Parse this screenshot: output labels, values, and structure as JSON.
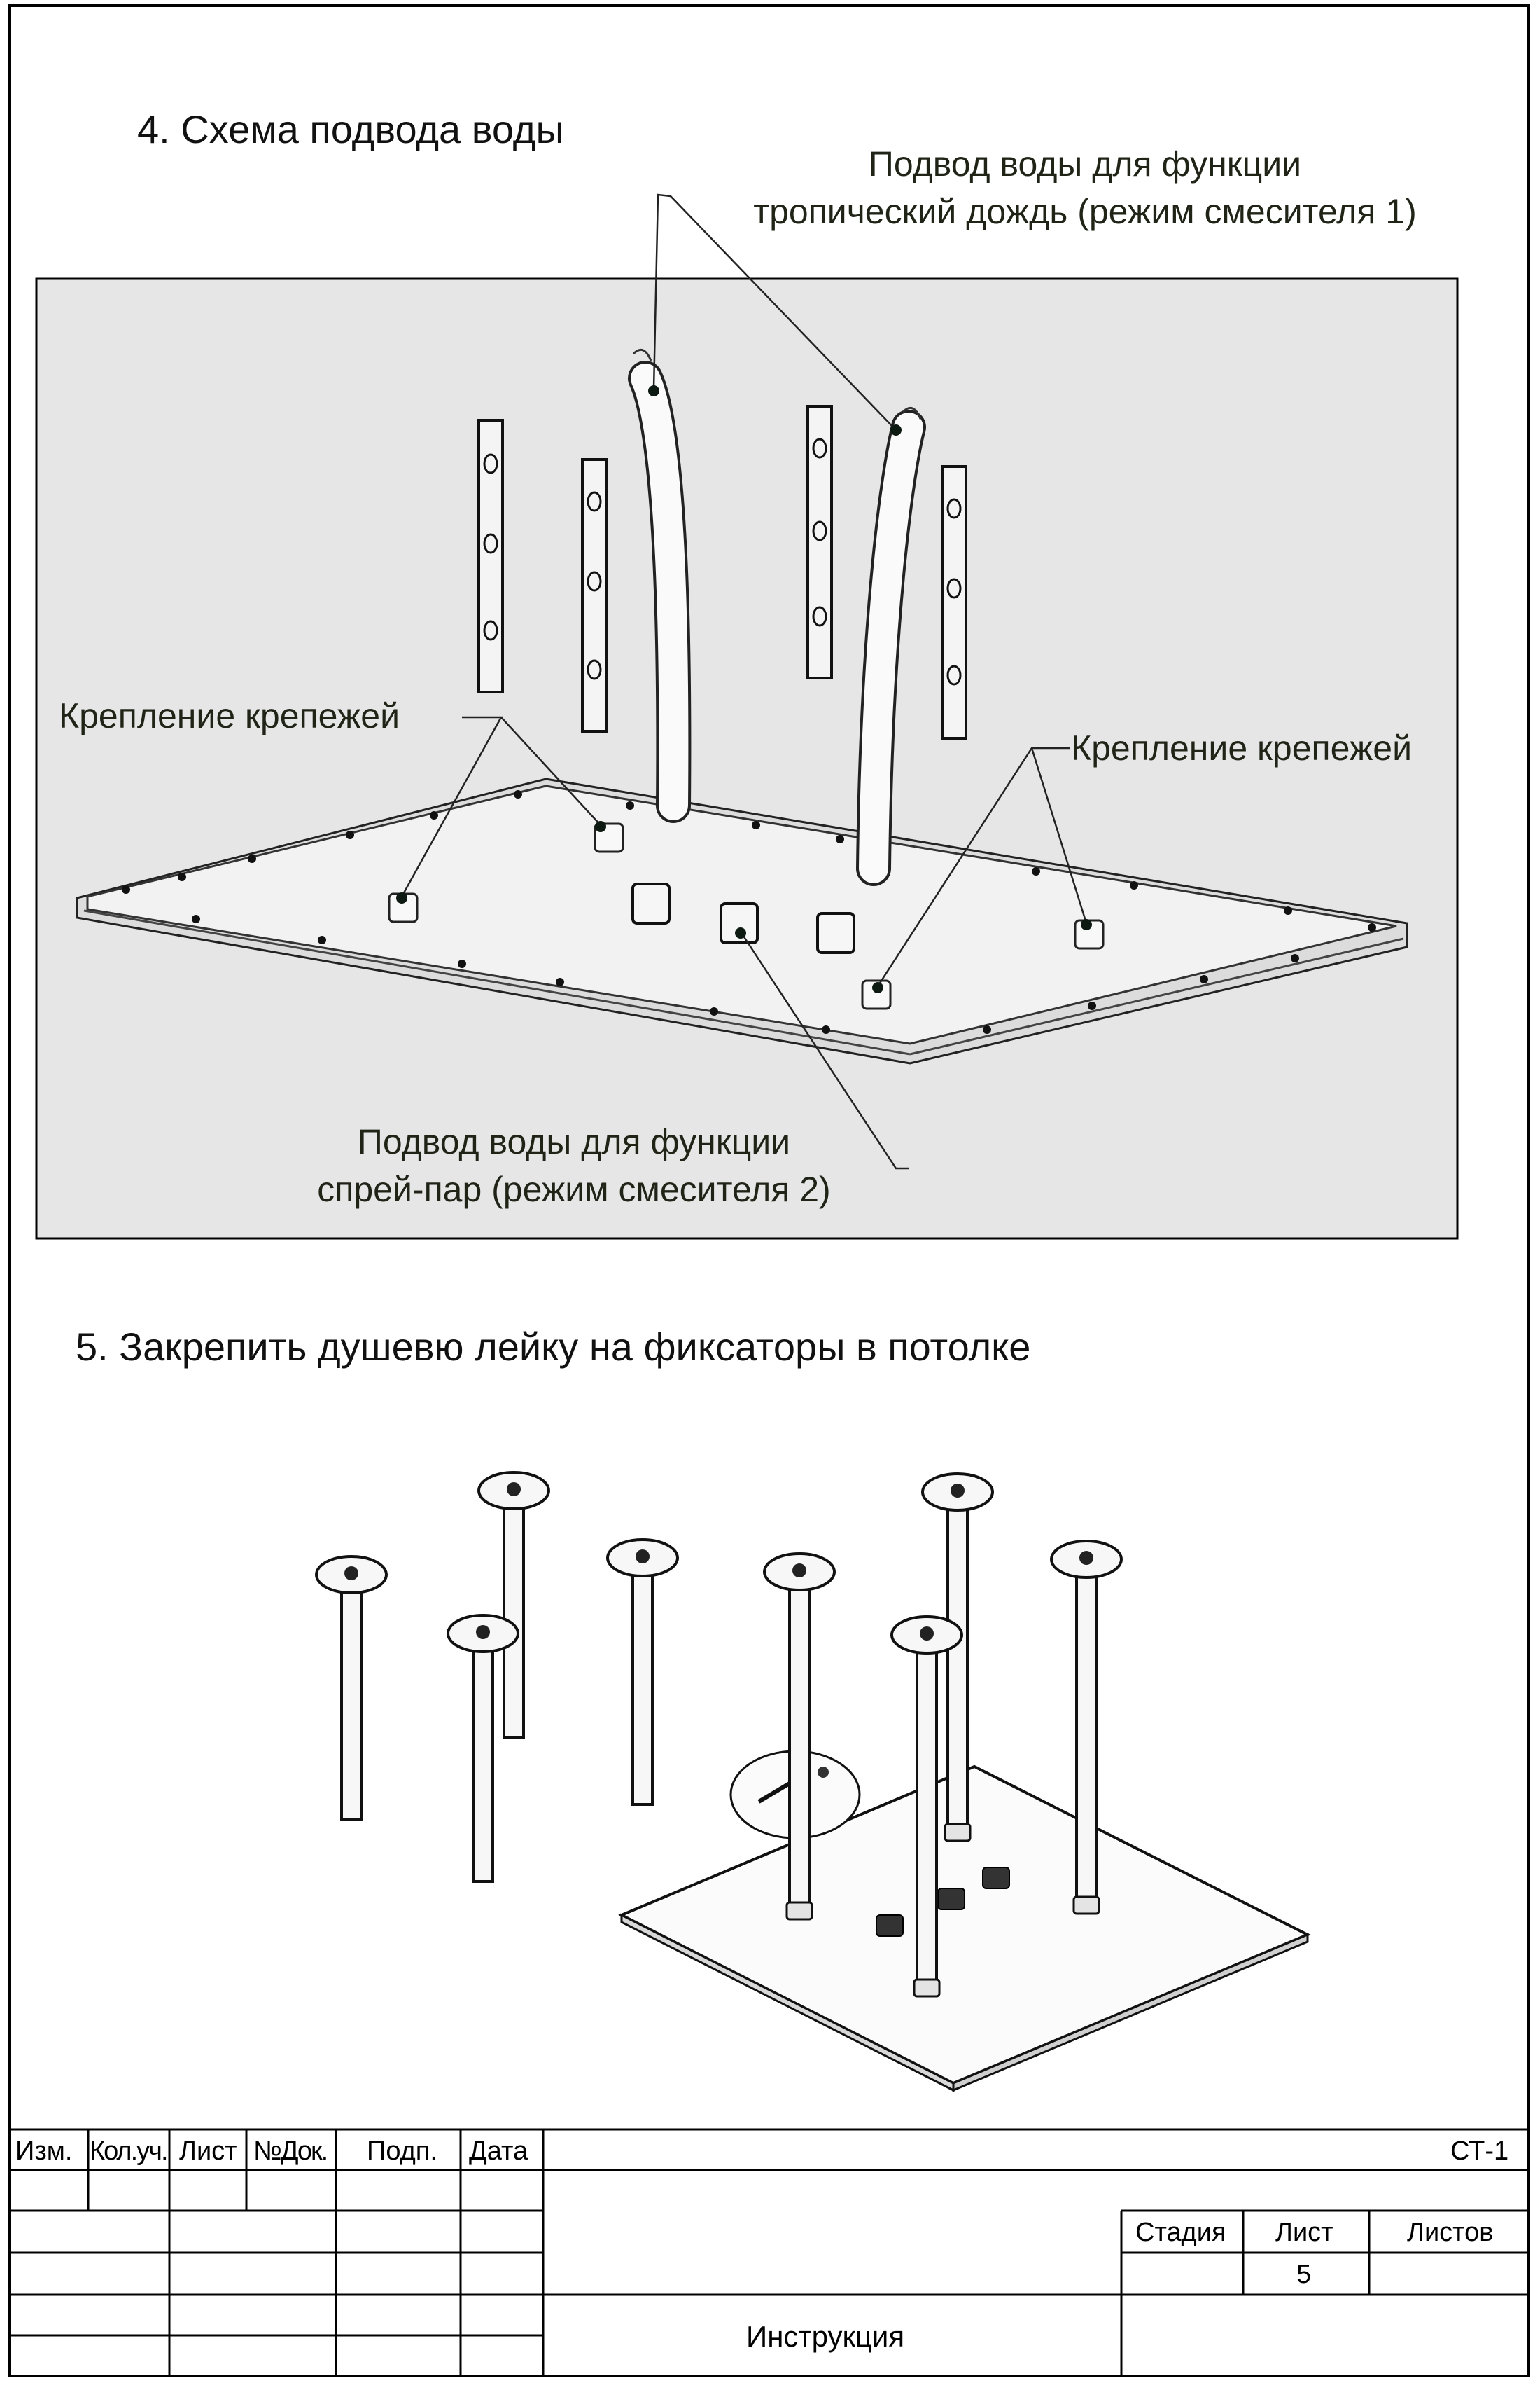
{
  "section4": {
    "heading": "4. Схема подвода воды",
    "callout_rain_line1": "Подвод воды для функции",
    "callout_rain_line2": "тропический дождь (режим смесителя 1)",
    "callout_mount_left": "Крепление крепежей",
    "callout_mount_right": "Крепление крепежей",
    "callout_spray_line1": "Подвод воды для функции",
    "callout_spray_line2": "спрей-пар (режим смесителя 2)"
  },
  "section5": {
    "heading": "5. Закрепить душевю лейку на фиксаторы в потолке"
  },
  "title_block": {
    "col_izm": "Изм.",
    "col_kol": "Кол.уч.",
    "col_list": "Лист",
    "col_ndok": "№Док.",
    "col_podp": "Подп.",
    "col_data": "Дата",
    "doc_code": "СТ-1",
    "stage_label": "Стадия",
    "sheet_label": "Лист",
    "sheets_label": "Листов",
    "sheet_value": "5",
    "doc_title": "Инструкция"
  },
  "colors": {
    "figure_background": "#e8e8e8",
    "line": "#000000",
    "callout_text": "#1f2417"
  }
}
